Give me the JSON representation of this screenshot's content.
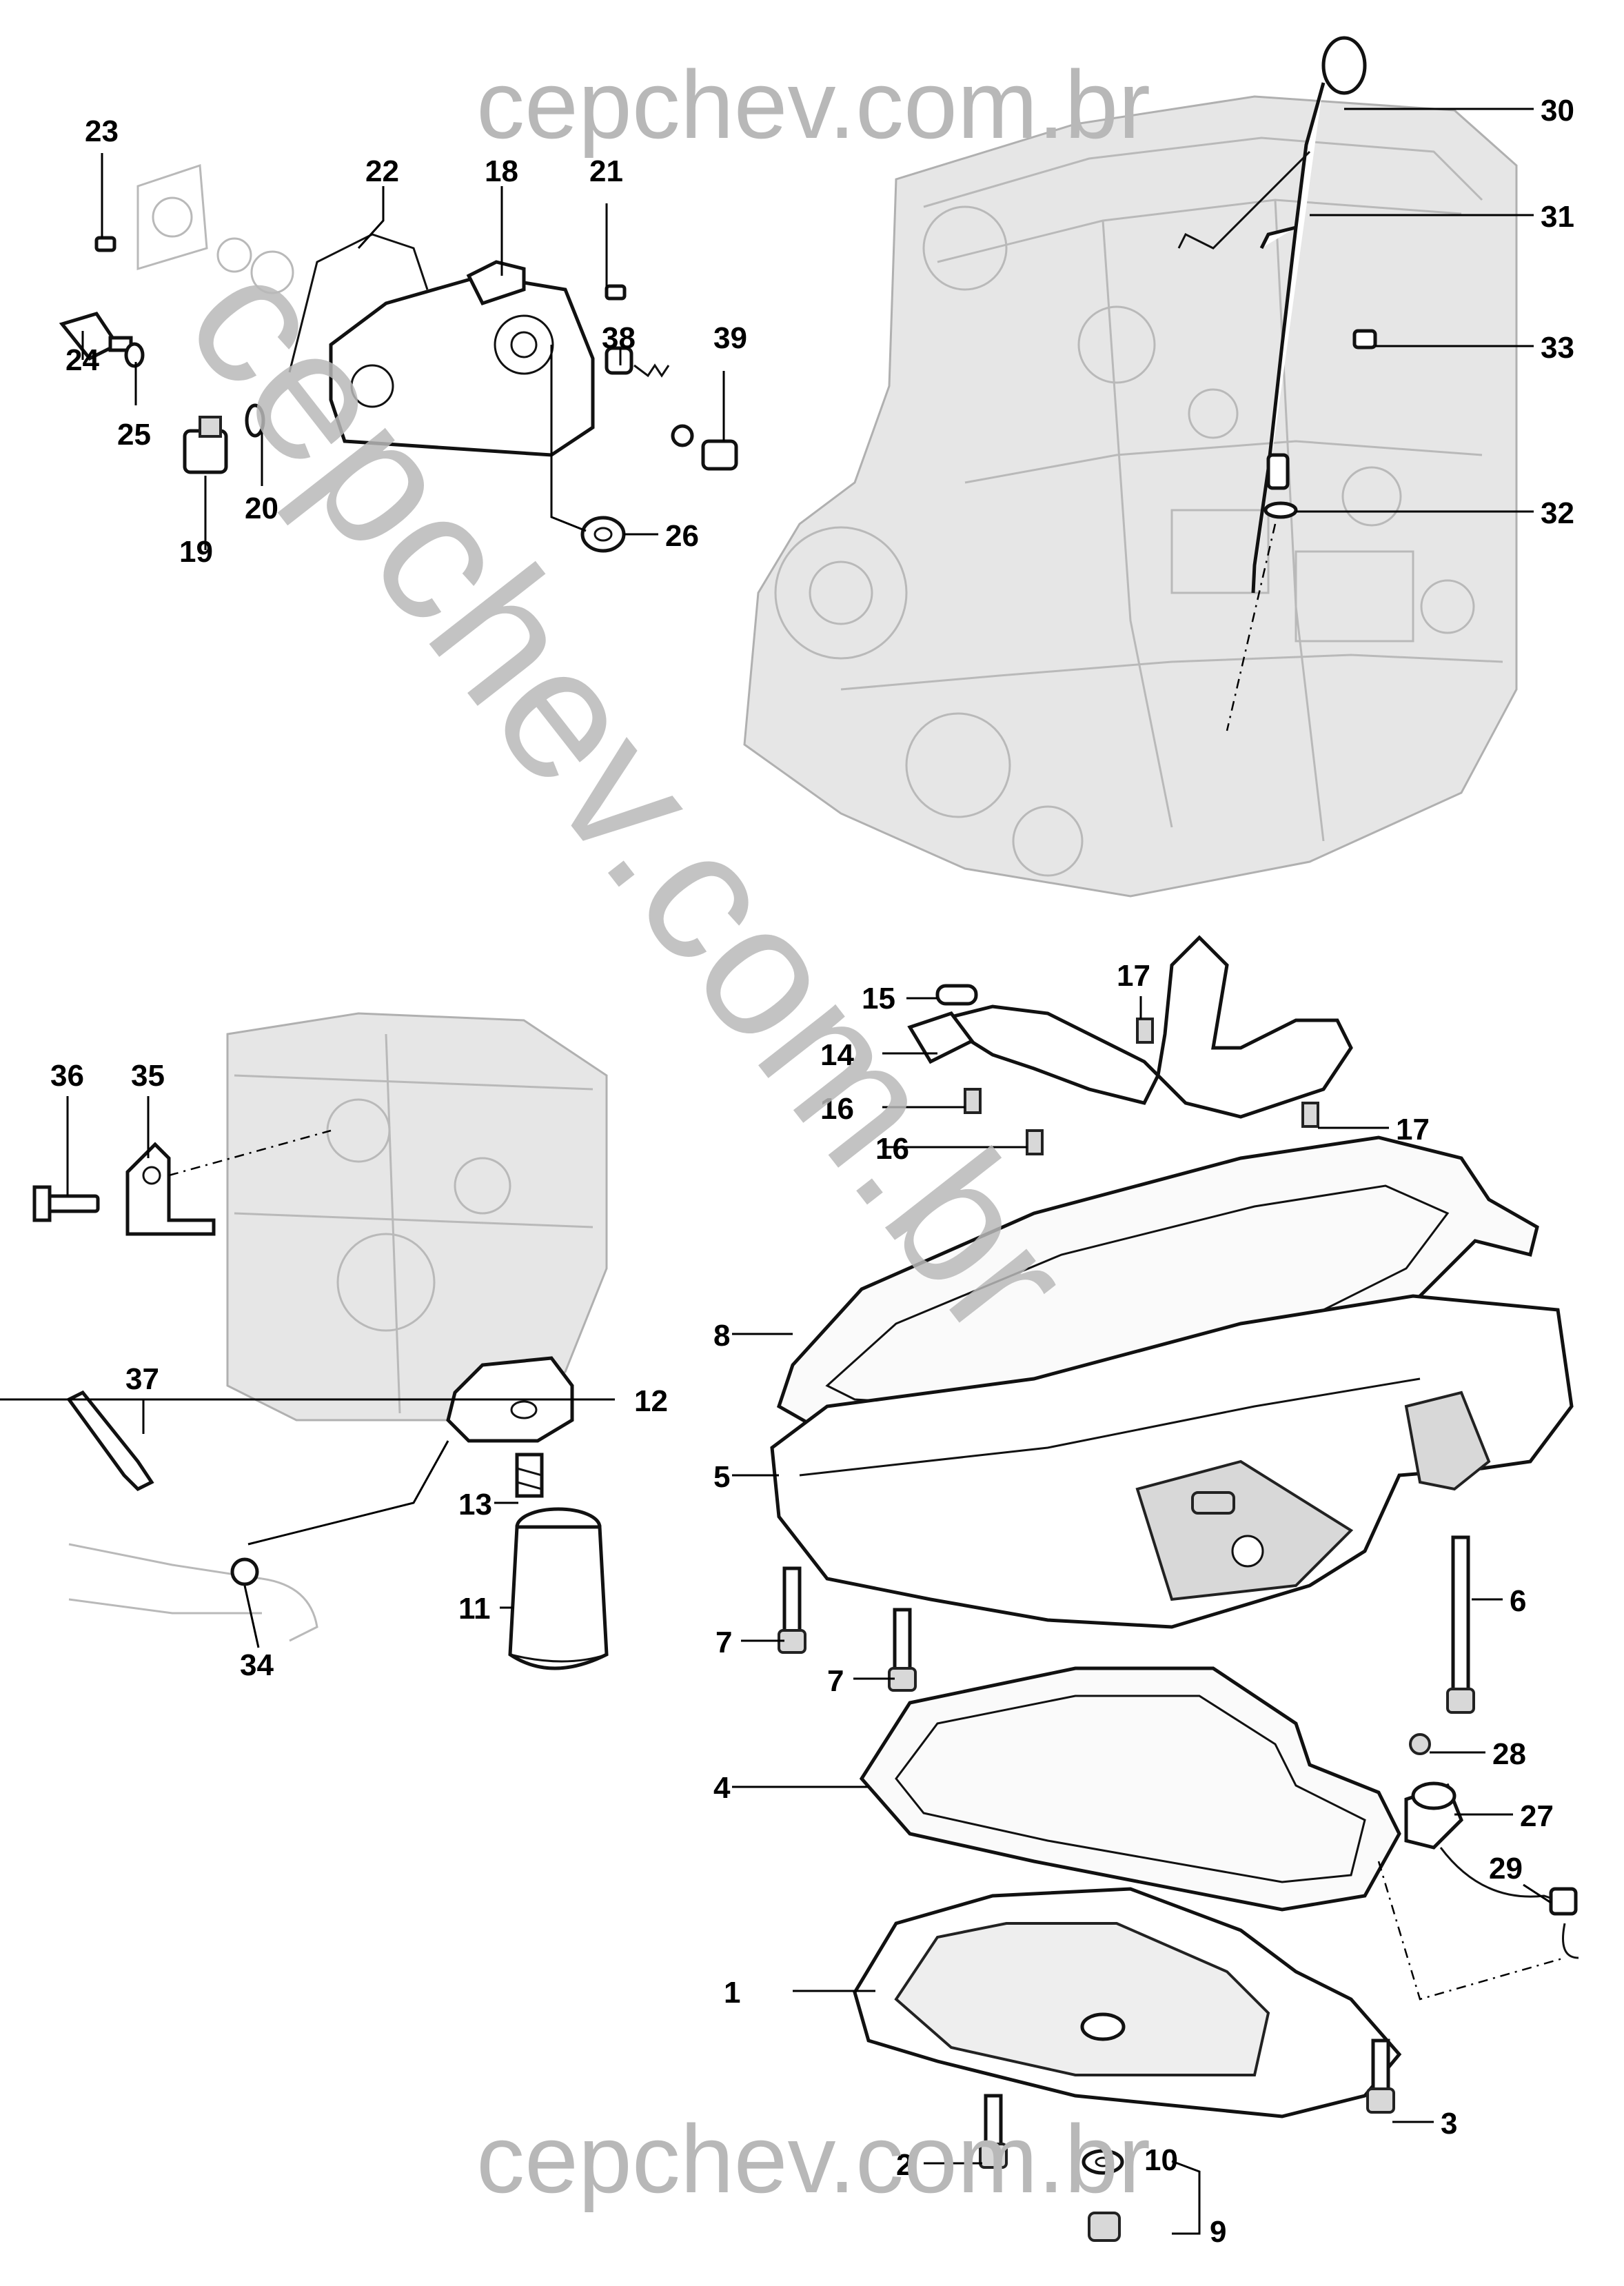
{
  "watermark": {
    "top": "cepchev.com.br",
    "diagonal": "cepchev.com.br",
    "bottom": "cepchev.com.br"
  },
  "callouts": [
    {
      "id": "1",
      "label": "1"
    },
    {
      "id": "2",
      "label": "2"
    },
    {
      "id": "3",
      "label": "3"
    },
    {
      "id": "4",
      "label": "4"
    },
    {
      "id": "5",
      "label": "5"
    },
    {
      "id": "6",
      "label": "6"
    },
    {
      "id": "7a",
      "label": "7"
    },
    {
      "id": "7b",
      "label": "7"
    },
    {
      "id": "8",
      "label": "8"
    },
    {
      "id": "9",
      "label": "9"
    },
    {
      "id": "10",
      "label": "10"
    },
    {
      "id": "11",
      "label": "11"
    },
    {
      "id": "12",
      "label": "12"
    },
    {
      "id": "13",
      "label": "13"
    },
    {
      "id": "14",
      "label": "14"
    },
    {
      "id": "15",
      "label": "15"
    },
    {
      "id": "16a",
      "label": "16"
    },
    {
      "id": "16b",
      "label": "16"
    },
    {
      "id": "17a",
      "label": "17"
    },
    {
      "id": "17b",
      "label": "17"
    },
    {
      "id": "18",
      "label": "18"
    },
    {
      "id": "19",
      "label": "19"
    },
    {
      "id": "20",
      "label": "20"
    },
    {
      "id": "21",
      "label": "21"
    },
    {
      "id": "22",
      "label": "22"
    },
    {
      "id": "23",
      "label": "23"
    },
    {
      "id": "24",
      "label": "24"
    },
    {
      "id": "25",
      "label": "25"
    },
    {
      "id": "26",
      "label": "26"
    },
    {
      "id": "27",
      "label": "27"
    },
    {
      "id": "28",
      "label": "28"
    },
    {
      "id": "29",
      "label": "29"
    },
    {
      "id": "30",
      "label": "30"
    },
    {
      "id": "31",
      "label": "31"
    },
    {
      "id": "32",
      "label": "32"
    },
    {
      "id": "33",
      "label": "33"
    },
    {
      "id": "34",
      "label": "34"
    },
    {
      "id": "35",
      "label": "35"
    },
    {
      "id": "36",
      "label": "36"
    },
    {
      "id": "37",
      "label": "37"
    },
    {
      "id": "38",
      "label": "38"
    },
    {
      "id": "39",
      "label": "39"
    }
  ]
}
